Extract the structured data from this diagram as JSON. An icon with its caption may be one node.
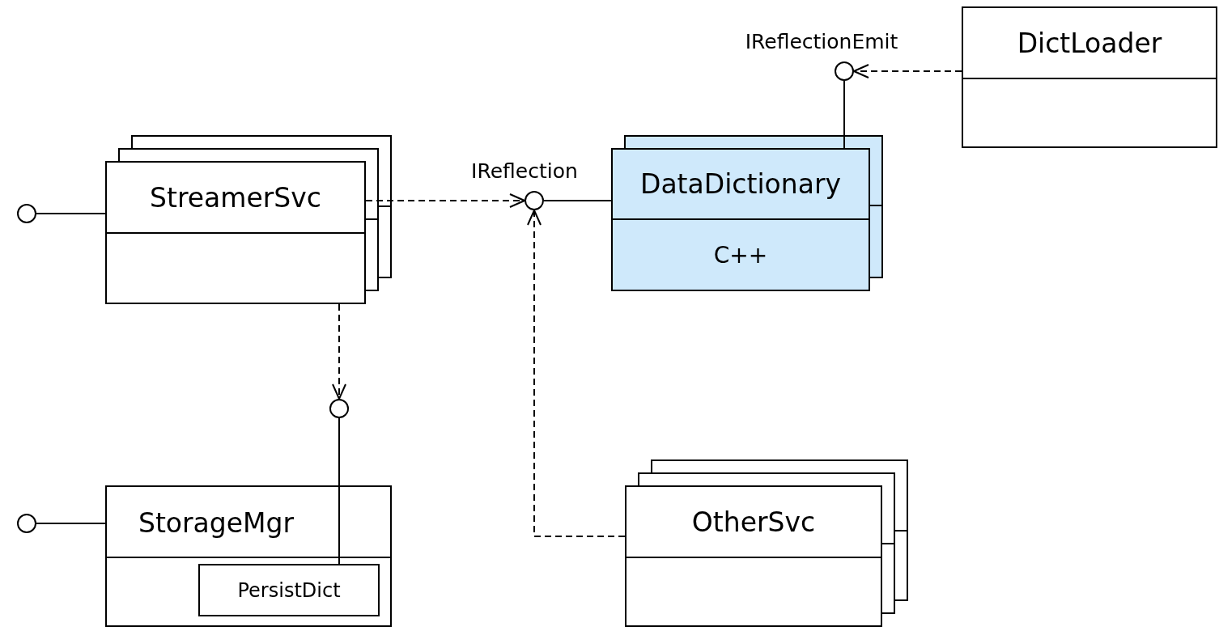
{
  "diagram": {
    "nodes": [
      {
        "text": [
          "StreamerSvc"
        ]
      },
      {
        "text": [],
        "shape": "circle"
      },
      {
        "text": [
          "IReflection"
        ]
      },
      {
        "text": [
          "DataDictionary",
          "C++"
        ]
      },
      {
        "text": [
          "IReflectionEmit"
        ]
      },
      {
        "text": [
          "DictLoader"
        ]
      },
      {
        "text": [],
        "shape": "circle"
      },
      {
        "text": [
          "StorageMgr"
        ]
      },
      {
        "text": [
          "PersistDict"
        ],
        "in": 7
      },
      {
        "text": [],
        "shape": "circle"
      },
      {
        "text": [
          "OtherSvc"
        ]
      }
    ],
    "edges": [
      {
        "from": 1,
        "to": 0,
        "arrow": "none"
      },
      {
        "from": 0,
        "to": 2,
        "arrow": "to",
        "style": "dashed"
      },
      {
        "from": 2,
        "to": 3,
        "arrow": "none"
      },
      {
        "from": 3,
        "to": 4,
        "arrow": "none"
      },
      {
        "from": 5,
        "to": 4,
        "arrow": "to",
        "style": "dashed"
      },
      {
        "from": 0,
        "to": 6,
        "arrow": "to",
        "style": "dashed"
      },
      {
        "from": 6,
        "to": 8,
        "arrow": "none"
      },
      {
        "from": 9,
        "to": 7,
        "arrow": "none"
      },
      {
        "from": 10,
        "to": 2,
        "arrow": "to",
        "style": "dashed"
      }
    ]
  }
}
